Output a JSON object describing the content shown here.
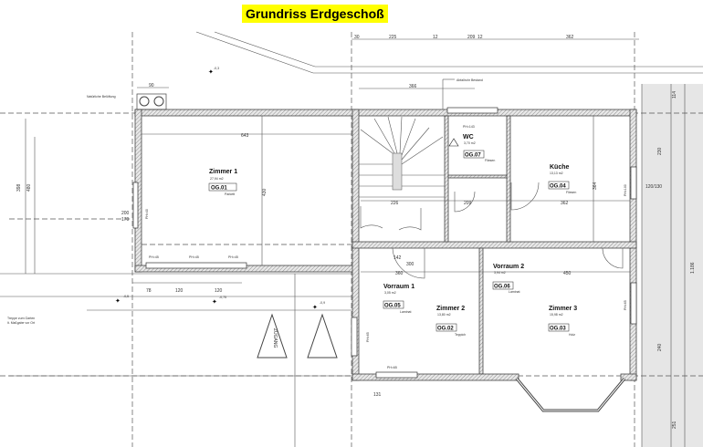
{
  "title": "Grundriss Erdgeschoß",
  "annotations": {
    "chimney": "Abfallrohr Bestand",
    "nat_ventilation": "Natürliche Belüftung",
    "stairs_note_1": "Treppe zum Garten",
    "stairs_note_2": "lt. Maßgabe vor Ort",
    "entrance": "ZUGANG"
  },
  "levels": [
    "-0,3",
    "-0,5",
    "-0,75",
    "-0,9"
  ],
  "rooms": [
    {
      "name": "Zimmer 1",
      "code": "OG.01",
      "area": "27,94 m2",
      "floor": "Parkett"
    },
    {
      "name": "WC",
      "code": "OG.07",
      "area": "3,70 m2",
      "floor": "Fliesen"
    },
    {
      "name": "Küche",
      "code": "OG.04",
      "area": "13,13 m2",
      "floor": "Fliesen"
    },
    {
      "name": "Vorraum 1",
      "code": "OG.05",
      "area": "3,05 m2",
      "floor": "Laminat"
    },
    {
      "name": "Zimmer 2",
      "code": "OG.02",
      "area": "13,80 m2",
      "floor": "Teppich"
    },
    {
      "name": "Vorraum 2",
      "code": "OG.06",
      "area": "3,94 m2",
      "floor": "Laminat"
    },
    {
      "name": "Zimmer 3",
      "code": "OG.03",
      "area": "15,98 m2",
      "floor": "Holz"
    }
  ],
  "dimensions": {
    "top": [
      "225",
      "209",
      "362",
      "30",
      "12",
      "12"
    ],
    "d366": "366",
    "d643": "643",
    "d90": "90",
    "d226": "226",
    "d209": "209",
    "d362b": "362",
    "d364": "364",
    "d450": "450",
    "d360": "360",
    "d142": "142",
    "d300": "300",
    "d78": "78",
    "d120a": "120",
    "d120b": "120",
    "d200": "200",
    "d170": "170",
    "d114": "114",
    "d230": "230",
    "d240": "240",
    "d251": "251",
    "d1186": "1.186",
    "d131": "131",
    "d398": "398",
    "d480": "480",
    "d430": "430",
    "d120130": "120/130",
    "ph1": "PH=45",
    "ph2": "PH=45",
    "ph3": "PH=45",
    "ph4": "PH=143",
    "ph5": "PH=65",
    "ph6": "PH=65",
    "ph7": "PH=100",
    "ph8": "PH=65",
    "ph9": "PH=40"
  }
}
